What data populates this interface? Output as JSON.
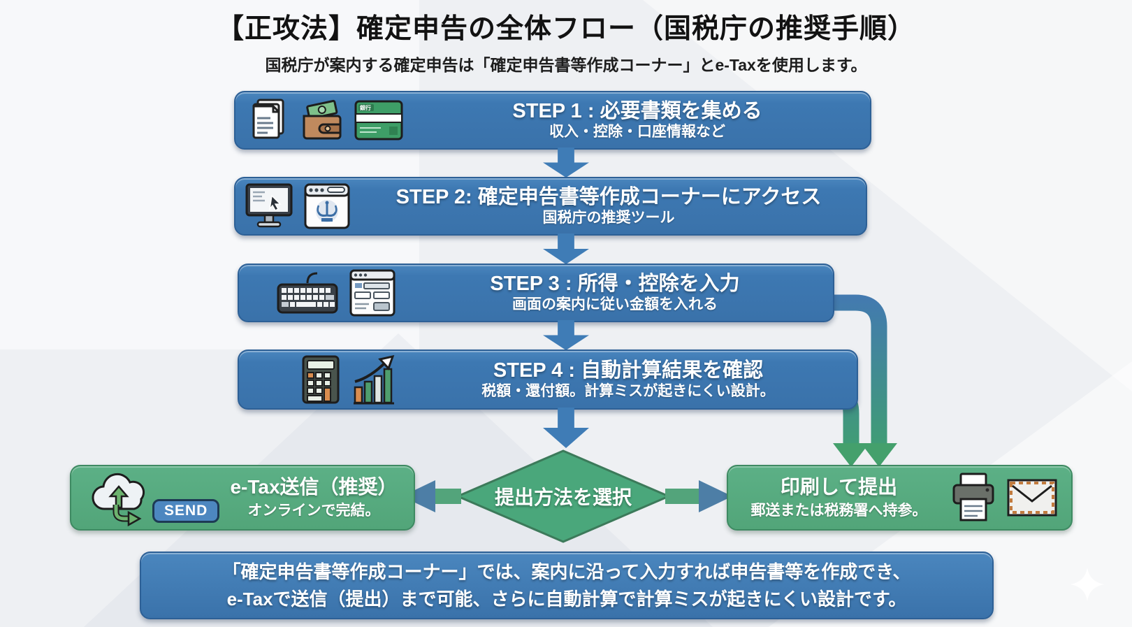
{
  "page": {
    "title": "【正攻法】確定申告の全体フロー（国税庁の推奨手順）",
    "subtitle": "国税庁が案内する確定申告は「確定申告書等作成コーナー」とe-Taxを使用します。"
  },
  "steps": [
    {
      "label": "STEP 1 : 必要書類を集める",
      "sublabel": "収入・控除・口座情報など",
      "icons": [
        "documents-icon",
        "wallet-icon",
        "bankbook-icon"
      ]
    },
    {
      "label": "STEP 2: 確定申告書等作成コーナーにアクセス",
      "sublabel": "国税庁の推奨ツール",
      "icons": [
        "monitor-icon",
        "browser-emblem-icon"
      ]
    },
    {
      "label": "STEP 3 : 所得・控除を入力",
      "sublabel": "画面の案内に従い金額を入れる",
      "icons": [
        "keyboard-icon",
        "form-icon"
      ]
    },
    {
      "label": "STEP 4 : 自動計算結果を確認",
      "sublabel": "税額・還付額。計算ミスが起きにくい設計。",
      "icons": [
        "calculator-icon",
        "growth-chart-icon"
      ]
    }
  ],
  "decision": {
    "label": "提出方法を選択"
  },
  "outcomes": {
    "etax": {
      "label": "e-Tax送信（推奨）",
      "sublabel": "オンラインで完結。",
      "badge": "SEND"
    },
    "print": {
      "label": "印刷して提出",
      "sublabel": "郵送または税務署へ持参。"
    }
  },
  "footer": {
    "line1": "「確定申告書等作成コーナー」では、案内に沿って入力すれば申告書等を作成でき、",
    "line2": "e-Taxで送信（提出）まで可能、さらに自動計算で計算ミスが起きにくい設計です。"
  },
  "icon_texts": {
    "bankbook": "銀行"
  },
  "colors": {
    "step_blue": "#3f7ab3",
    "step_border": "#2d6096",
    "arrow_blue": "#3f7cb6",
    "green": "#54a87c",
    "green_border": "#3e8a62",
    "arrowhead_steel": "#4d7ea6",
    "branch_gradient_start": "#4379b1",
    "branch_gradient_end": "#3fa06f",
    "background": "#eef0f3"
  }
}
